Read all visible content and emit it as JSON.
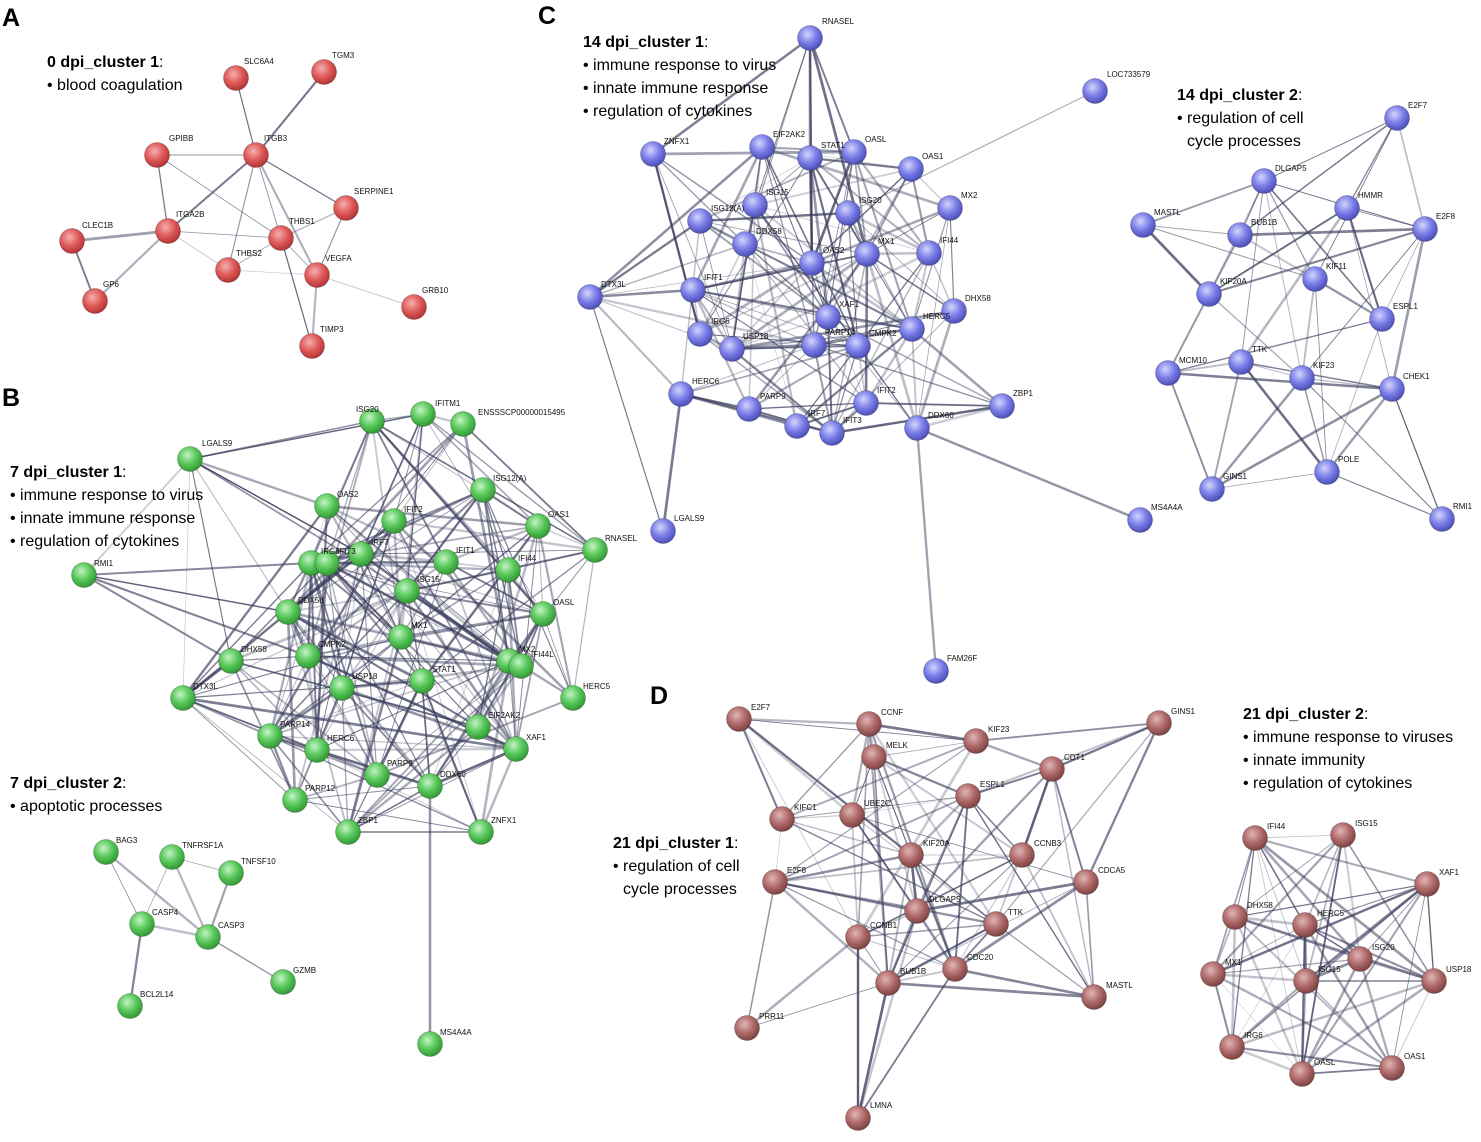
{
  "colors": {
    "A": "#e05a5a",
    "B": "#58c85a",
    "C": "#7a7ee8",
    "D": "#b06a6a",
    "edge": "#3a3c5c"
  },
  "panels": {
    "A": {
      "letter": "A",
      "clusters": [
        {
          "title": "0 dpi_cluster 1",
          "terms": [
            "blood coagulation"
          ]
        }
      ],
      "nodes": [
        "SLC6A4",
        "TGM3",
        "ITGB3",
        "GPIBB",
        "SERPINE1",
        "CLEC1B",
        "ITGA2B",
        "THBS1",
        "THBS2",
        "VEGFA",
        "GP6",
        "GRB10",
        "TIMP3"
      ]
    },
    "B": {
      "letter": "B",
      "clusters": [
        {
          "title": "7 dpi_cluster 1",
          "terms": [
            "immune response to virus",
            "innate immune response",
            "regulation of cytokines"
          ]
        },
        {
          "title": "7 dpi_cluster 2",
          "terms": [
            "apoptotic processes"
          ]
        }
      ],
      "nodes": [
        "IFITM1",
        "ISG20",
        "ENSSSCP00000015495",
        "LGALS9",
        "ISG12(A)",
        "OAS2",
        "IFIT2",
        "OAS1",
        "RNASEL",
        "IRG6",
        "IFIT3",
        "IRF7",
        "IFIT1",
        "IFI44",
        "RMI1",
        "ISG15",
        "DDX58",
        "OASL",
        "MX1",
        "DHX58",
        "CMPK2",
        "MX2",
        "IFI44L",
        "USP18",
        "STAT1",
        "DTX3L",
        "HERC5",
        "PARP14",
        "EIF2AK2",
        "XAF1",
        "HERC6",
        "PARP9",
        "DDX60",
        "PARP12",
        "ZBP1",
        "ZNFX1",
        "BAG3",
        "TNFRSF1A",
        "TNFSF10",
        "CASP4",
        "CASP3",
        "GZMB",
        "BCL2L14",
        "MS4A4A"
      ]
    },
    "C": {
      "letter": "C",
      "clusters": [
        {
          "title": "14 dpi_cluster 1",
          "terms": [
            "immune response to virus",
            "innate immune response",
            "regulation of cytokines"
          ]
        },
        {
          "title": "14 dpi_cluster 2",
          "terms": [
            "regulation of cell cycle processes"
          ]
        }
      ],
      "nodes": [
        "RNASEL",
        "LOC733579",
        "ZNFX1",
        "EIF2AK2",
        "STAT1",
        "OASL",
        "OAS1",
        "MX2",
        "ISG15",
        "ISG20",
        "ISG12(A)",
        "DDX58",
        "OAS2",
        "MX1",
        "IFI44",
        "DTX3L",
        "IFIT1",
        "XAF1",
        "DHX58",
        "IRG6",
        "USP18",
        "PARP14",
        "CMPK2",
        "HERC5",
        "HERC6",
        "PARP9",
        "IFIT2",
        "IRF7",
        "IFIT3",
        "DDX60",
        "ZBP1",
        "LGALS9",
        "MS4A4A",
        "FAM26F",
        "E2F7",
        "DLGAP5",
        "HMMR",
        "MASTL",
        "BUB1B",
        "E2F8",
        "KIF20A",
        "KIF11",
        "ESPL1",
        "MCM10",
        "TTK",
        "KIF23",
        "CHEK1",
        "GINS1",
        "POLE",
        "RMI1"
      ]
    },
    "D": {
      "letter": "D",
      "clusters": [
        {
          "title": "21 dpi_cluster 1",
          "terms": [
            "regulation of cell cycle processes"
          ]
        },
        {
          "title": "21 dpi_cluster 2",
          "terms": [
            "immune response to viruses",
            "innate immunity",
            "regulation of cytokines"
          ]
        }
      ],
      "nodes": [
        "E2F7",
        "CCNF",
        "GINS1",
        "KIF23",
        "MELK",
        "CDT1",
        "ESPL1",
        "KIFC1",
        "UBE2C",
        "KIF20A",
        "CCNB3",
        "E2F8",
        "CDCA5",
        "DLGAP5",
        "TTK",
        "CCNB1",
        "CDC20",
        "BUB1B",
        "MASTL",
        "PRR11",
        "LMNA",
        "IFI44",
        "ISG15",
        "XAF1",
        "DHX58",
        "HERC5",
        "ISG20",
        "MX1",
        "ISG15",
        "USP18",
        "IRG6",
        "OASL",
        "OAS1"
      ]
    }
  }
}
